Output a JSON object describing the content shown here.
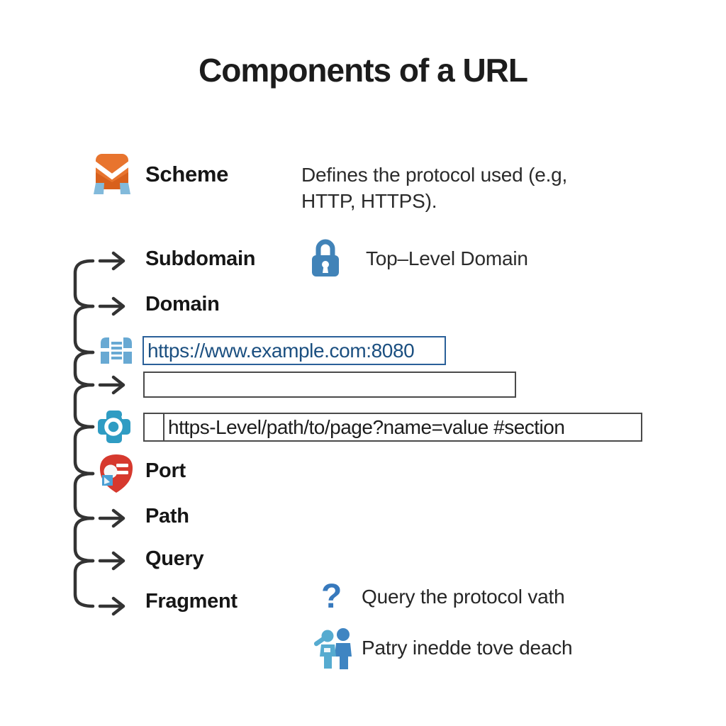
{
  "title": "Components of a URL",
  "scheme": {
    "label": "Scheme",
    "description": "Defines the protocol used (e.g, HTTP, HTTPS)."
  },
  "tld": {
    "label": "Top–Level Domain"
  },
  "labels": {
    "subdomain": "Subdomain",
    "domain": "Domain",
    "port": "Port",
    "path": "Path",
    "query": "Query",
    "fragment": "Fragment"
  },
  "boxes": {
    "authority": "https://www.example.com:8080",
    "empty": "",
    "full_path": "https-Level/path/to/page?name=value #section"
  },
  "notes": {
    "question_glyph": "?",
    "query_note": "Query the protocol vath",
    "audience_note": "Patry inedde tove deach"
  },
  "icon_names": [
    "mail-scheme-icon",
    "lock-icon",
    "document-icon",
    "search-cross-icon",
    "port-badge-icon",
    "arrow-icon",
    "question-mark-icon",
    "people-icon"
  ],
  "colors": {
    "line": "#333333",
    "accent_blue": "#4183b8",
    "doc_blue": "#68a9d3",
    "search_teal": "#2f9cc3",
    "scheme_orange": "#e8742e",
    "scheme_orange_dark": "#d8601c",
    "scheme_foot_blue": "#82badb",
    "port_red": "#d6392e",
    "url_text_blue": "#1b4f80",
    "url_border_blue": "#2a6099",
    "question_blue": "#3779bd"
  }
}
